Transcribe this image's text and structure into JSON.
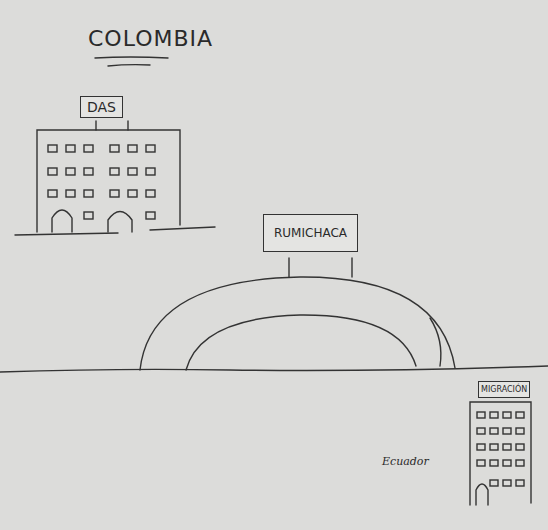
{
  "diagram": {
    "title": "COLOMBIA",
    "nodes": [
      {
        "text": [
          "DAS"
        ]
      },
      {
        "text": [
          "RUMICHACA"
        ]
      },
      {
        "text": [
          "MIGRACIÓN"
        ]
      }
    ],
    "labels": [
      "Ecuador"
    ]
  }
}
